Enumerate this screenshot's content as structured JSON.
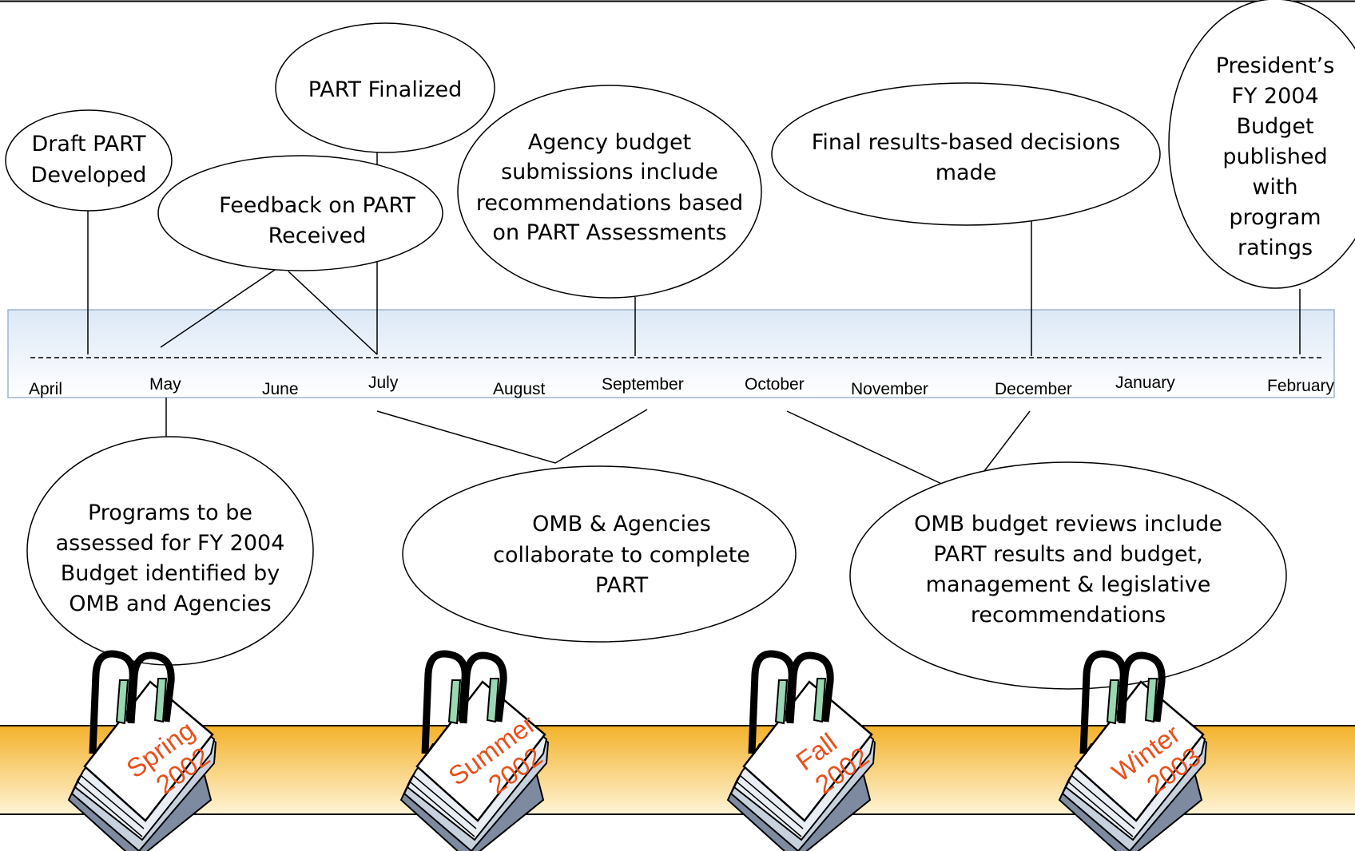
{
  "timeline": {
    "months": [
      "April",
      "May",
      "June",
      "July",
      "August",
      "September",
      "October",
      "November",
      "December",
      "January",
      "February"
    ]
  },
  "events": {
    "draft_part_developed": [
      "Draft PART",
      "Developed"
    ],
    "part_finalized": [
      "PART Finalized"
    ],
    "feedback_on_part": [
      "Feedback on PART",
      "Received"
    ],
    "agency_budget_submissions": [
      "Agency budget",
      "submissions include",
      "recommendations based",
      "on PART Assessments"
    ],
    "final_decisions": [
      "Final results-based decisions",
      "made"
    ],
    "presidents_budget": [
      "President’s",
      "FY 2004",
      "Budget",
      "published",
      "with",
      "program",
      "ratings"
    ],
    "programs_identified": [
      "Programs to be",
      "assessed for FY 2004",
      "Budget identified by",
      "OMB and Agencies"
    ],
    "omb_agencies_collaborate": [
      "OMB & Agencies",
      "collaborate to complete",
      "PART"
    ],
    "omb_budget_reviews": [
      "OMB budget reviews include",
      "PART results and budget,",
      "management & legislative",
      "recommendations"
    ]
  },
  "calendars": [
    {
      "season": "Spring",
      "year": "2002"
    },
    {
      "season": "Summer",
      "year": "2002"
    },
    {
      "season": "Fall",
      "year": "2002"
    },
    {
      "season": "Winter",
      "year": "2003"
    }
  ],
  "colors": {
    "band_gold": "#f4b531",
    "band_light": "#fff2cc",
    "timeline_fill_top": "#dde9f7",
    "timeline_border": "#9fb5cc",
    "calendar_text": "#e8501c",
    "ring_green": "#9ad8b2"
  }
}
